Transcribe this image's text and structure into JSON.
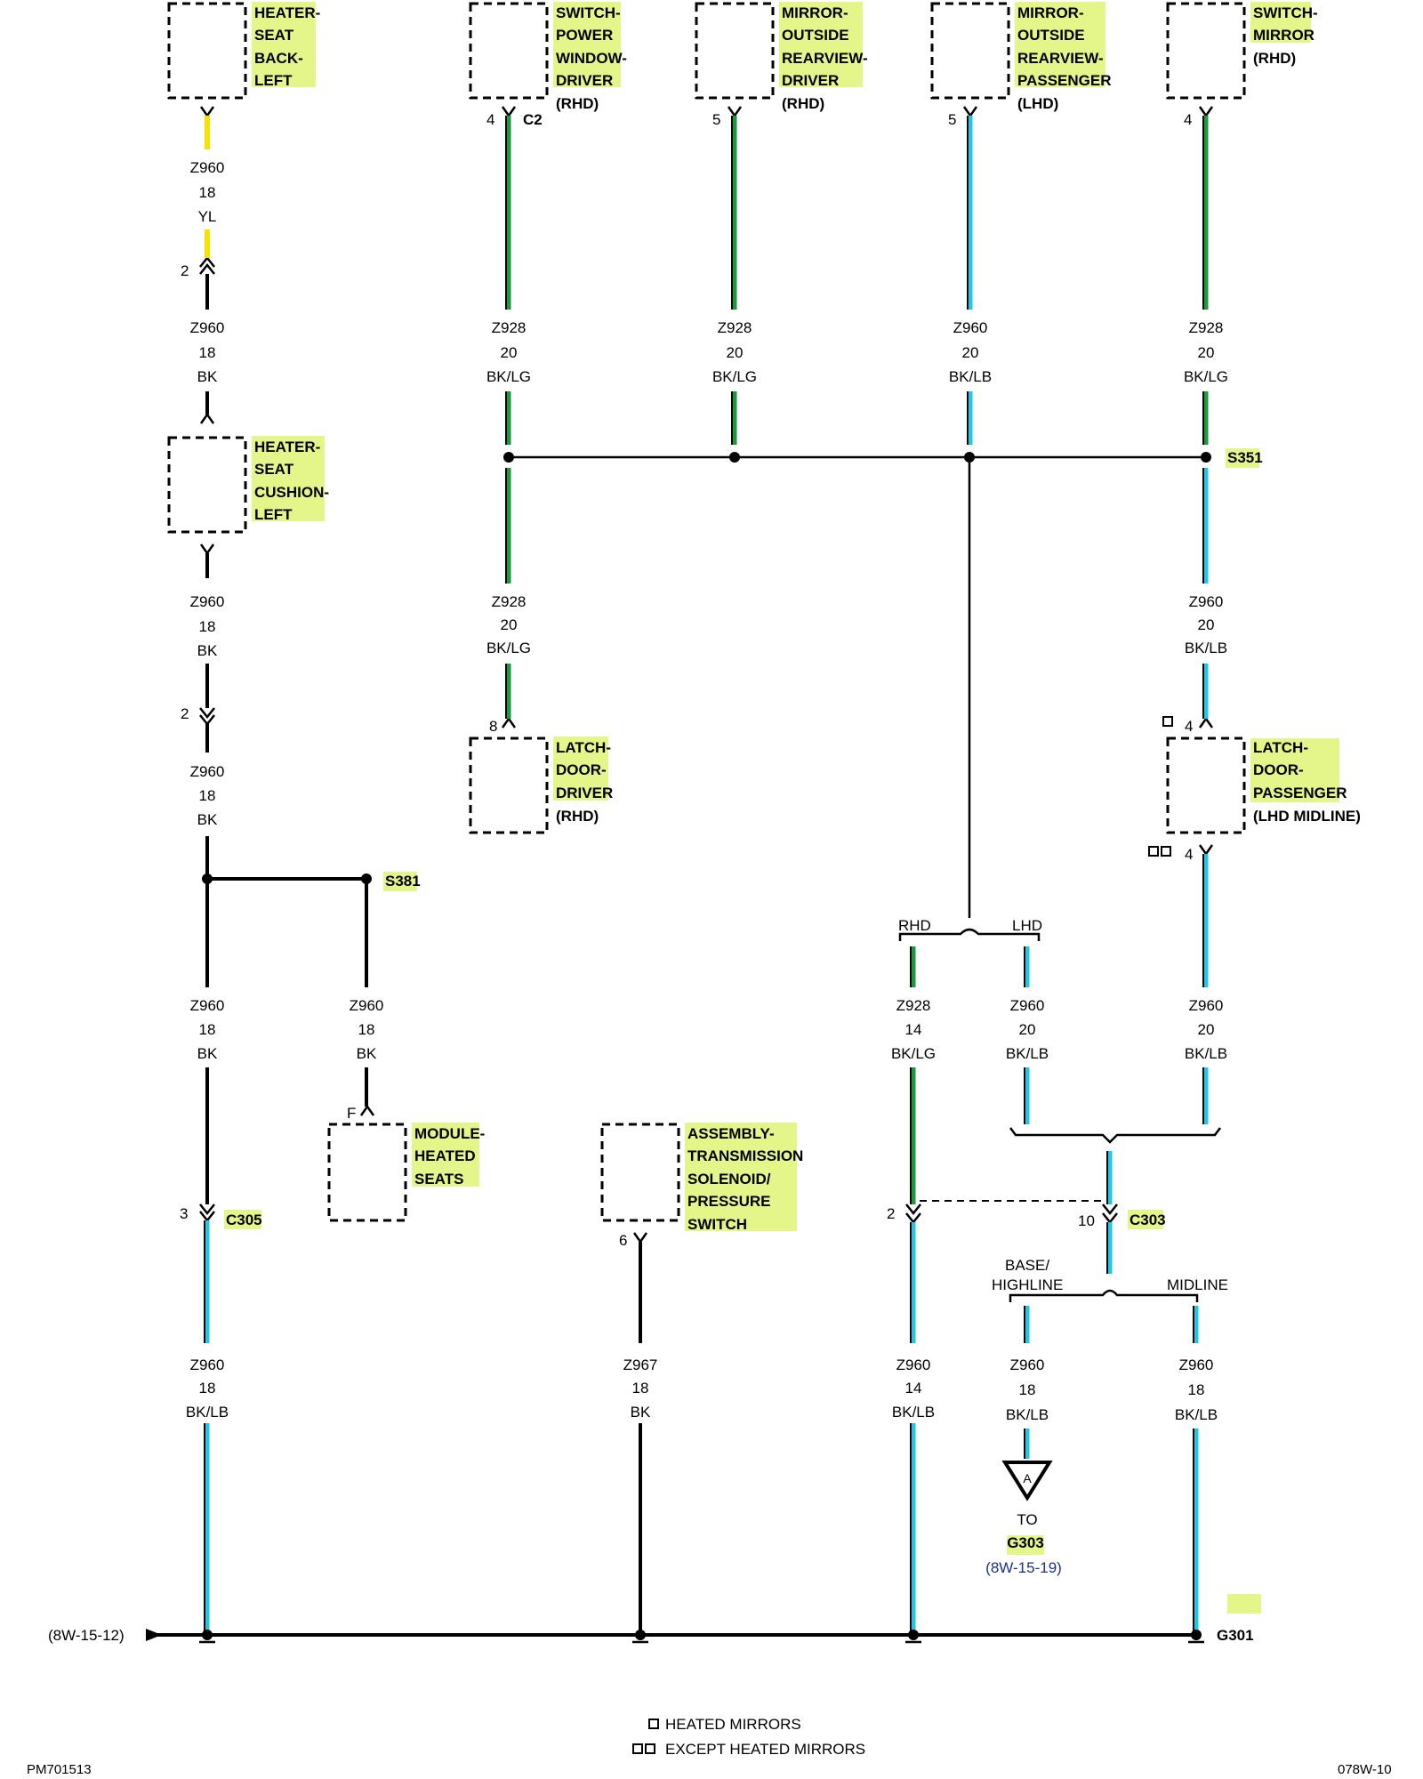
{
  "colors": {
    "highlight": "#e4f58a",
    "yellow": "#f4e400",
    "green": "#1a9a3a",
    "light_blue": "#20c8e8",
    "black": "#000000",
    "reference_blue": "#1a2f8f"
  },
  "components": {
    "heater_seat_back": [
      "HEATER-",
      "SEAT",
      "BACK-",
      "LEFT"
    ],
    "switch_power_window": [
      "SWITCH-",
      "POWER",
      "WINDOW-",
      "DRIVER"
    ],
    "switch_power_window_note": "(RHD)",
    "mirror_rearview_driver": [
      "MIRROR-",
      "OUTSIDE",
      "REARVIEW-",
      "DRIVER"
    ],
    "mirror_rearview_driver_note": "(RHD)",
    "mirror_rearview_passenger": [
      "MIRROR-",
      "OUTSIDE",
      "REARVIEW-",
      "PASSENGER"
    ],
    "mirror_rearview_passenger_note": "(LHD)",
    "switch_mirror": [
      "SWITCH-",
      "MIRROR"
    ],
    "switch_mirror_note": "(RHD)",
    "heater_seat_cushion": [
      "HEATER-",
      "SEAT",
      "CUSHION-",
      "LEFT"
    ],
    "latch_door_driver": [
      "LATCH-",
      "DOOR-",
      "DRIVER"
    ],
    "latch_door_driver_note": "(RHD)",
    "latch_door_passenger": [
      "LATCH-",
      "DOOR-",
      "PASSENGER"
    ],
    "latch_door_passenger_note": "(LHD MIDLINE)",
    "module_heated_seats": [
      "MODULE-",
      "HEATED",
      "SEATS"
    ],
    "transmission_assembly": [
      "ASSEMBLY-",
      "TRANSMISSION",
      "SOLENOID/",
      "PRESSURE",
      "SWITCH"
    ]
  },
  "wires": {
    "w1": [
      "Z960",
      "18",
      "YL"
    ],
    "w2": [
      "Z960",
      "18",
      "BK"
    ],
    "w3": [
      "Z960",
      "18",
      "BK"
    ],
    "w4": [
      "Z960",
      "18",
      "BK"
    ],
    "w5": [
      "Z960",
      "18",
      "BK"
    ],
    "w6": [
      "Z960",
      "18",
      "BK"
    ],
    "w7": [
      "Z960",
      "18",
      "BK/LB"
    ],
    "w8": [
      "Z928",
      "20",
      "BK/LG"
    ],
    "w9": [
      "Z928",
      "20",
      "BK/LG"
    ],
    "w10": [
      "Z928",
      "20",
      "BK/LG"
    ],
    "w11": [
      "Z960",
      "20",
      "BK/LB"
    ],
    "w12": [
      "Z928",
      "20",
      "BK/LG"
    ],
    "w13": [
      "Z960",
      "20",
      "BK/LB"
    ],
    "w14": [
      "Z928",
      "14",
      "BK/LG"
    ],
    "w15": [
      "Z960",
      "20",
      "BK/LB"
    ],
    "w16": [
      "Z960",
      "20",
      "BK/LB"
    ],
    "w17": [
      "Z967",
      "18",
      "BK"
    ],
    "w18": [
      "Z960",
      "14",
      "BK/LB"
    ],
    "w19": [
      "Z960",
      "18",
      "BK/LB"
    ],
    "w20": [
      "Z960",
      "18",
      "BK/LB"
    ]
  },
  "pins": {
    "p_seat_back_in": "2",
    "p_cushion_out": "2",
    "p_window": "4",
    "p_window_conn": "C2",
    "p_mirror_driver": "5",
    "p_mirror_passenger": "5",
    "p_switch_mirror": "4",
    "p_latch_driver": "8",
    "p_latch_pass_top": "4",
    "p_latch_pass_bot": "4",
    "p_module": "F",
    "p_c305": "3",
    "p_trans": "6",
    "p_c303_left": "2",
    "p_c303_right": "10"
  },
  "splices": {
    "s351": "S351",
    "s381": "S381"
  },
  "connectors": {
    "c305": "C305",
    "c303": "C303"
  },
  "branches": {
    "rhd": "RHD",
    "lhd": "LHD",
    "base_highline": [
      "BASE/",
      "HIGHLINE"
    ],
    "midline": "MIDLINE"
  },
  "ground_ref": {
    "letter": "A",
    "to": "TO",
    "name": "G303",
    "page": "(8W-15-19)"
  },
  "ground_bus": {
    "from_ref": "(8W-15-12)",
    "name": "G301"
  },
  "legend": {
    "heated": "HEATED MIRRORS",
    "except": "EXCEPT HEATED MIRRORS"
  },
  "footer": {
    "left": "PM701513",
    "right": "078W-10"
  }
}
